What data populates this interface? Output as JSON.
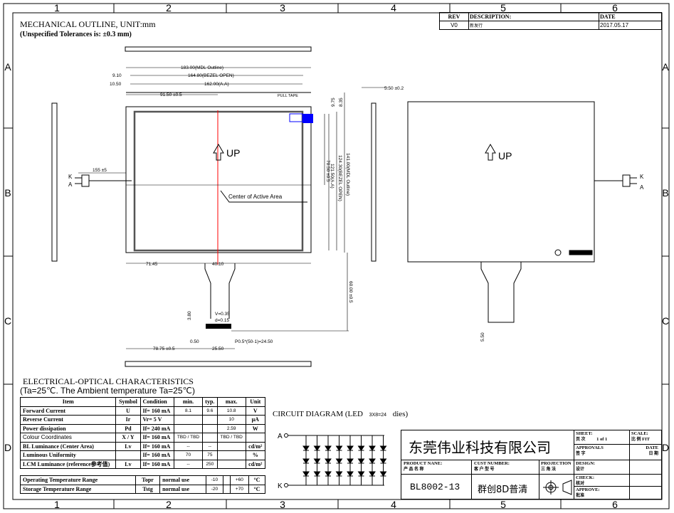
{
  "frame": {
    "columns": [
      "1",
      "2",
      "3",
      "4",
      "5",
      "6"
    ],
    "rows": [
      "A",
      "B",
      "C",
      "D"
    ]
  },
  "header": {
    "title": "MECHANICAL OUTLINE, UNIT:mm",
    "tolerance": "(Unspecified Tolerances is: ±0.3 mm)"
  },
  "revision": {
    "headers": {
      "rev": "REV",
      "description": "DESCRIPTION:",
      "date": "DATE"
    },
    "rows": [
      {
        "rev": "V0",
        "description": "新发行",
        "date": "2017.05.17"
      }
    ]
  },
  "drawing": {
    "dims": {
      "mdl_outline_w": "183.00(MDL Outline)",
      "bezel_open_w": "164.80(BEZEL OPEN)",
      "aa_w": "162.00(A.A)",
      "center_x": "91.50 ±0.5",
      "left_910": "9.10",
      "left_1050": "10.50",
      "top_975": "9.75",
      "top_835": "8.35",
      "pull_tape": "PULL TAPE",
      "center_y": "70.50 ±0.5",
      "aa_h": "121.50(A.A)",
      "bezel_open_h": "124.30(BEZEL OPEN)",
      "mdl_outline_h": "141.00(MDL Outline)",
      "cable_len": "155 ±5",
      "thickness": "5.50 ±0.2",
      "fpc_left": "71.45",
      "fpc_w": "40.10",
      "fpc_len": "60.00 ±0.5",
      "v": "V=0.35",
      "d": "d=0.15",
      "h380": "3.80",
      "h050": "0.50",
      "pitch": "P0.5*(50-1)=24.50",
      "fpc_offset": "78.75 ±0.5",
      "fpc_tail_w": "25.50",
      "back_h": "5.50"
    },
    "up_label": "UP",
    "center_label": "Center of Active Area",
    "k_label": "K",
    "a_label": "A"
  },
  "eo": {
    "title": "ELECTRICAL-OPTICAL  CHARACTERISTICS",
    "subtitle": "(Ta=25℃.   The Ambient temperature Ta=25℃)",
    "headers": [
      "Item",
      "Symbol",
      "Condition",
      "min.",
      "typ.",
      "max.",
      "Unit"
    ],
    "rows": [
      {
        "item": "Forward  Current",
        "symbol": "U",
        "cond": "If=  160   mA",
        "min": "8.1",
        "typ": "9.6",
        "max": "10.8",
        "unit": "V"
      },
      {
        "item": "Reverse  Current",
        "symbol": "Ir",
        "cond": "Vr=   5   V",
        "min": "",
        "typ": "",
        "max": "10",
        "unit": "μA"
      },
      {
        "item": "Power  dissipation",
        "symbol": "Pd",
        "cond": "If=  240   mA",
        "min": "",
        "typ": "",
        "max": "2.59",
        "unit": "W"
      },
      {
        "item": "Colour Coordinates",
        "symbol": "X / Y",
        "cond": "If=  160   mA",
        "min": "TBD / TBD",
        "typ": "",
        "max": "TBD / TBD",
        "unit": ""
      },
      {
        "item": "BL Luminance (Center Area)",
        "symbol": "Lv",
        "cond": "If=  160   mA",
        "min": "--",
        "typ": "--",
        "max": "",
        "unit": "cd/m²"
      },
      {
        "item": "Luminous Uniformity",
        "symbol": "",
        "cond": "If=  160   mA",
        "min": "70",
        "typ": "75",
        "max": "",
        "unit": "%"
      },
      {
        "item": "LCM Luminance (reference参考值)",
        "symbol": "Lv",
        "cond": "If=  160   mA",
        "min": "--",
        "typ": "250",
        "max": "",
        "unit": "cd/m²"
      }
    ],
    "temp_rows": [
      {
        "item": "Operating Temperature Range",
        "symbol": "Topr",
        "cond": "normal  use",
        "min": "-10",
        "typ": "",
        "max": "+60",
        "unit": "°C"
      },
      {
        "item": "Storage  Temperature  Range",
        "symbol": "Tstg",
        "cond": "normal  use",
        "min": "-20",
        "typ": "",
        "max": "+70",
        "unit": "°C"
      }
    ]
  },
  "circuit": {
    "title": "CIRCUIT  DIAGRAM  (LED",
    "config": "3X8=24",
    "suffix": "dies)",
    "anode": "A",
    "cathode": "K"
  },
  "title_block": {
    "company": "东莞伟业科技有限公司",
    "sheet_label": "SHEET:",
    "sheet_cn": "页 次",
    "sheet_value": "1 of 1",
    "scale_label": "SCALE:",
    "scale_cn": "比 例",
    "scale_value": "FIT",
    "approvals": "APPROVALS",
    "approvals_cn": "签 字",
    "date": "DATE",
    "date_cn": "日 期",
    "product_label": "PRODUCT NANE:",
    "product_cn": "产 品 名 称",
    "product_value": "BL8002-13",
    "cust_label": "CUST NUMBER:",
    "cust_cn": "客 户 型 号",
    "cust_value": "群创8D普清",
    "projection_label": "PROJECTION",
    "projection_cn": "三  角  法",
    "design": "DESIGN:",
    "design_cn": "设计",
    "check": "CHECK:",
    "check_cn": "核对",
    "approve": "APPROVE:",
    "approve_cn": "批准"
  },
  "colors": {
    "accent_red": "#ff0000",
    "pull_tape_blue": "#0000ff"
  }
}
